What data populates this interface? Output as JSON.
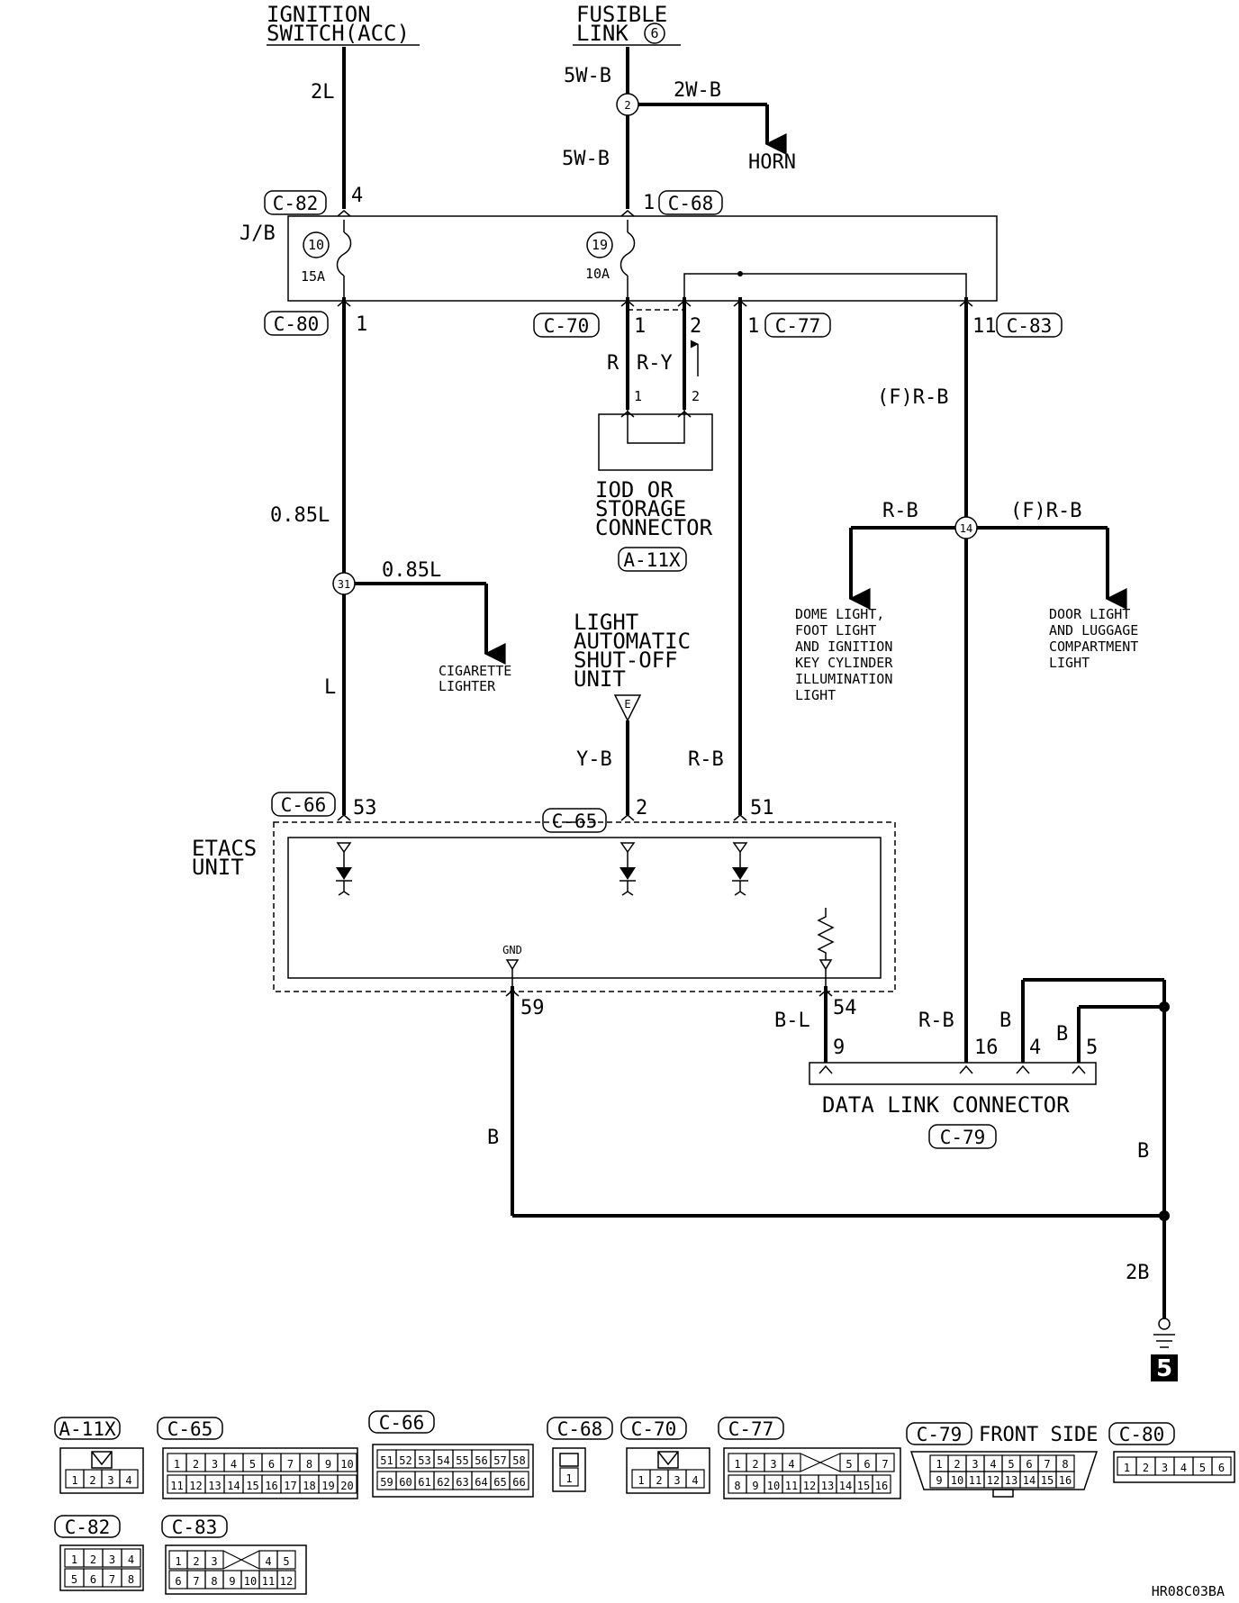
{
  "components": {
    "ignition_switch": [
      "IGNITION",
      "SWITCH(ACC)"
    ],
    "fusible_link": [
      "FUSIBLE",
      "LINK"
    ],
    "fusible_link_no": "6",
    "horn": "HORN",
    "junction_block": "J/B",
    "fuse_10_no": "10",
    "fuse_10_rating": "15A",
    "fuse_19_no": "19",
    "fuse_19_rating": "10A",
    "iod_connector": [
      "IOD OR",
      "STORAGE",
      "CONNECTOR"
    ],
    "light_shutoff_unit": [
      "LIGHT",
      "AUTOMATIC",
      "SHUT-OFF",
      "UNIT"
    ],
    "light_shutoff_unit_pin": "E",
    "cigarette_lighter": [
      "CIGARETTE",
      "LIGHTER"
    ],
    "dome_light": [
      "DOME LIGHT,",
      "FOOT LIGHT",
      "AND IGNITION",
      "KEY CYLINDER",
      "ILLUMINATION",
      "LIGHT"
    ],
    "door_light": [
      "DOOR LIGHT",
      "AND LUGGAGE",
      "COMPARTMENT",
      "LIGHT"
    ],
    "etacs_unit": [
      "ETACS",
      "UNIT"
    ],
    "gnd": "GND",
    "data_link_connector": "DATA LINK CONNECTOR",
    "ground_point": "5"
  },
  "connectors": {
    "c82": "C-82",
    "c68": "C-68",
    "c80": "C-80",
    "c70": "C-70",
    "c77": "C-77",
    "c83": "C-83",
    "a11x": "A-11X",
    "c66": "C-66",
    "c65": "C-65",
    "c79": "C-79"
  },
  "wires": {
    "w_2L": "2L",
    "w_5WB_a": "5W-B",
    "w_2WB": "2W-B",
    "w_5WB_b": "5W-B",
    "w_R": "R",
    "w_RY": "R-Y",
    "w_FRB_a": "(F)R-B",
    "w_085L_a": "0.85L",
    "w_085L_b": "0.85L",
    "w_RB_a": "R-B",
    "w_FRB_b": "(F)R-B",
    "w_L": "L",
    "w_YB": "Y-B",
    "w_RB_b": "R-B",
    "w_BL": "B-L",
    "w_RB_c": "R-B",
    "w_B_a": "B",
    "w_B_b": "B",
    "w_B_c": "B",
    "w_B_d": "B",
    "w_2B": "2B"
  },
  "pins": {
    "p4": "4",
    "p1_c68": "1",
    "p1_c80": "1",
    "p1_c70": "1",
    "p2_c70": "2",
    "p1_c77": "1",
    "p11": "11",
    "p1_iod": "1",
    "p2_iod": "2",
    "p53": "53",
    "p2_c65": "2",
    "p51": "51",
    "p59": "59",
    "p54": "54",
    "p9": "9",
    "p16": "16",
    "p4_dlc": "4",
    "p5": "5"
  },
  "junctions": {
    "j2": "2",
    "j31": "31",
    "j14": "14"
  },
  "connector_views": {
    "a11x_title": "A-11X",
    "a11x_pins": [
      "1",
      "2",
      "3",
      "4"
    ],
    "c65_title": "C-65",
    "c65_row1": [
      "1",
      "2",
      "3",
      "4",
      "5",
      "6",
      "7",
      "8",
      "9",
      "10"
    ],
    "c65_row2": [
      "11",
      "12",
      "13",
      "14",
      "15",
      "16",
      "17",
      "18",
      "19",
      "20"
    ],
    "c66_title": "C-66",
    "c66_row1": [
      "51",
      "52",
      "53",
      "54",
      "55",
      "56",
      "57",
      "58"
    ],
    "c66_row2": [
      "59",
      "60",
      "61",
      "62",
      "63",
      "64",
      "65",
      "66"
    ],
    "c68_title": "C-68",
    "c68_pins": [
      "1"
    ],
    "c70_title": "C-70",
    "c70_pins": [
      "1",
      "2",
      "3",
      "4"
    ],
    "c77_title": "C-77",
    "c77_row1": [
      "1",
      "2",
      "3",
      "4",
      "5",
      "6",
      "7"
    ],
    "c77_row2": [
      "8",
      "9",
      "10",
      "11",
      "12",
      "13",
      "14",
      "15",
      "16"
    ],
    "c79_title": "C-79",
    "c79_side": "FRONT SIDE",
    "c79_row1": [
      "1",
      "2",
      "3",
      "4",
      "5",
      "6",
      "7",
      "8"
    ],
    "c79_row2": [
      "9",
      "10",
      "11",
      "12",
      "13",
      "14",
      "15",
      "16"
    ],
    "c80_title": "C-80",
    "c80_pins": [
      "1",
      "2",
      "3",
      "4",
      "5",
      "6"
    ],
    "c82_title": "C-82",
    "c82_row1": [
      "1",
      "2",
      "3",
      "4"
    ],
    "c82_row2": [
      "5",
      "6",
      "7",
      "8"
    ],
    "c83_title": "C-83",
    "c83_row1": [
      "1",
      "2",
      "3",
      "4",
      "5"
    ],
    "c83_row2": [
      "6",
      "7",
      "8",
      "9",
      "10",
      "11",
      "12"
    ]
  },
  "figure_id": "HR08C03BA"
}
